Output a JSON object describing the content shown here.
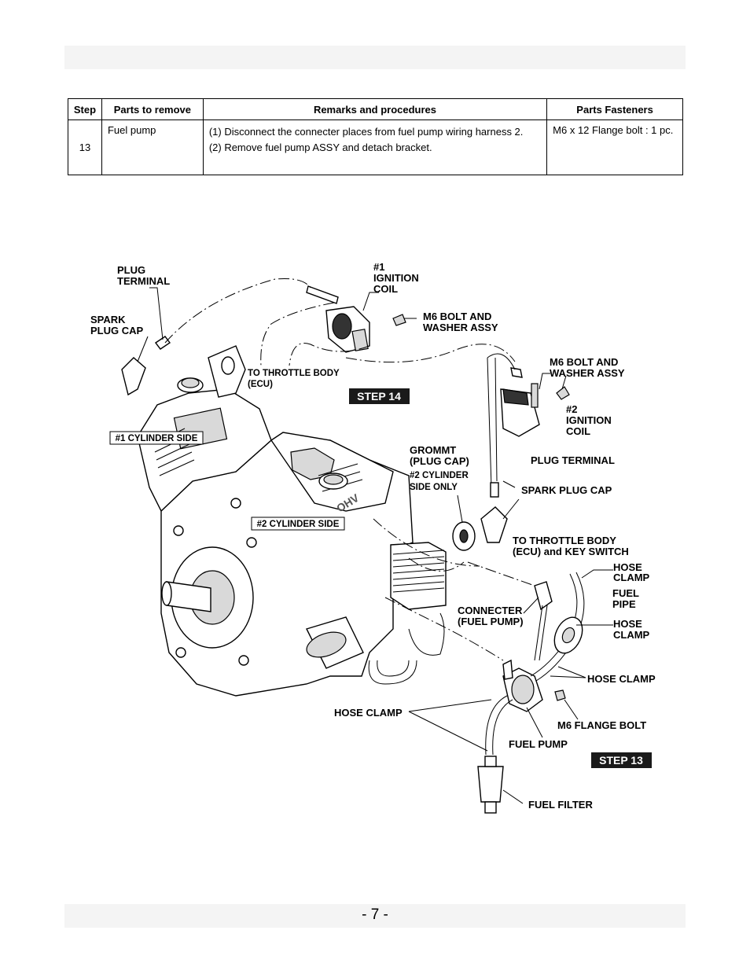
{
  "table": {
    "headers": {
      "step": "Step",
      "parts": "Parts to remove",
      "remarks": "Remarks and procedures",
      "fasteners": "Parts Fasteners"
    },
    "rows": [
      {
        "step": "13",
        "parts": "Fuel pump",
        "remarks": [
          "(1) Disconnect the connecter places from fuel pump wiring harness 2.",
          "(2) Remove fuel pump ASSY and detach bracket."
        ],
        "fasteners": "M6 x 12 Flange bolt : 1 pc."
      }
    ]
  },
  "diagram": {
    "labels": {
      "plug_terminal_1": [
        "PLUG",
        "TERMINAL"
      ],
      "spark_plug_cap_1": [
        "SPARK",
        "PLUG CAP"
      ],
      "ignition_coil_1": [
        "#1",
        "IGNITION",
        "COIL"
      ],
      "bolt_washer_1": [
        "M6 BOLT AND",
        "WASHER ASSY"
      ],
      "throttle_body_1": [
        "TO THROTTLE BODY",
        "(ECU)"
      ],
      "step14": "STEP 14",
      "bolt_washer_2": [
        "M6 BOLT AND",
        "WASHER ASSY"
      ],
      "ignition_coil_2": [
        "#2",
        "IGNITION",
        "COIL"
      ],
      "cyl1_side": "#1 CYLINDER SIDE",
      "cyl2_side": "#2 CYLINDER SIDE",
      "grommet": [
        "GROMMT",
        "(PLUG CAP)"
      ],
      "grommet_note": [
        "#2 CYLINDER",
        "SIDE ONLY"
      ],
      "plug_terminal_2": "PLUG TERMINAL",
      "spark_plug_cap_2": "SPARK PLUG CAP",
      "throttle_body_2": [
        "TO THROTTLE BODY",
        "(ECU) and KEY SWITCH"
      ],
      "hose_clamp_a": [
        "HOSE",
        "CLAMP"
      ],
      "fuel_pipe": [
        "FUEL",
        "PIPE"
      ],
      "hose_clamp_b": [
        "HOSE",
        "CLAMP"
      ],
      "connecter": [
        "CONNECTER",
        "(FUEL PUMP)"
      ],
      "hose_clamp_c": "HOSE CLAMP",
      "hose_clamp_d": "HOSE CLAMP",
      "flange_bolt": "M6 FLANGE BOLT",
      "fuel_pump": "FUEL PUMP",
      "step13": "STEP 13",
      "fuel_filter": "FUEL FILTER",
      "engine_mark": "OHV"
    }
  },
  "footer": {
    "page_number": "- 7 -"
  }
}
